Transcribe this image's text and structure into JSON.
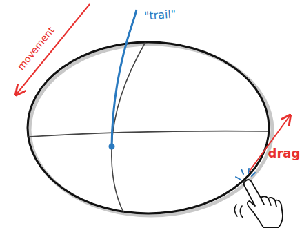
{
  "diagram": {
    "labels": [
      "\"trail\"",
      "movement",
      "drag"
    ]
  }
}
